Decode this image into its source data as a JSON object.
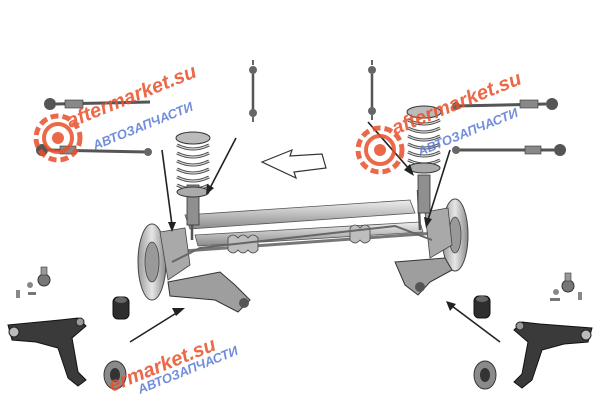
{
  "watermarks": [
    {
      "site": "aftermarket.su",
      "sub": "АВТОЗАПЧАСТИ"
    },
    {
      "site": "aftermarket.su",
      "sub": "АВТОЗАПЧАСТИ"
    },
    {
      "site": "ermarket.su",
      "sub": "АВТОЗАПЧАСТИ"
    }
  ],
  "colors": {
    "watermark": "#e8502a",
    "part_fill": "#c9c9c9",
    "part_dark": "#3a3a3a",
    "arrow": "#222222"
  },
  "icons": {
    "watermark": "gear-logo-icon",
    "direction": "outline-forward-arrow-icon"
  }
}
